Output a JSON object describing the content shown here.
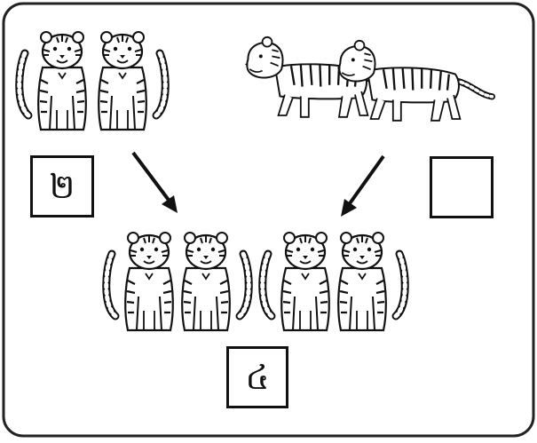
{
  "worksheet": {
    "groups": [
      {
        "label": "seated-tigers-top-left",
        "count": 2
      },
      {
        "label": "walking-tigers-top-right",
        "count": 2
      },
      {
        "label": "seated-tigers-bottom",
        "count": 4
      }
    ],
    "boxes": {
      "left": "២",
      "right": "",
      "bottom": "៤"
    },
    "colors": {
      "ink": "#111111",
      "paper": "#ffffff",
      "frame": "#222222"
    }
  }
}
